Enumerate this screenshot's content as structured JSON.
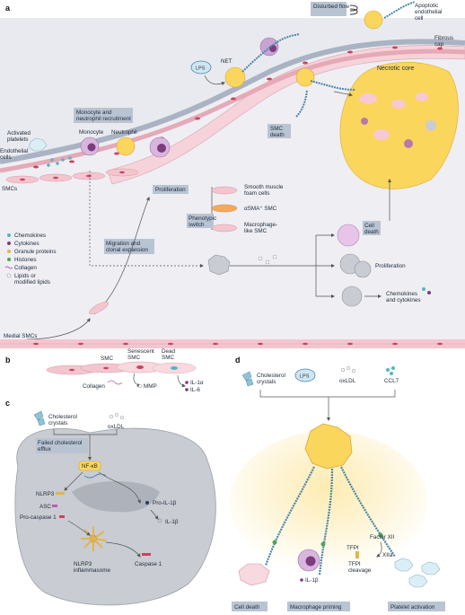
{
  "panels": {
    "a": {
      "letter": "a",
      "disturbed_flow": "Disturbed flow",
      "apoptotic_endothelial_cell": [
        "Apoptotic",
        "endothelial",
        "cell"
      ],
      "fibrous_cap": [
        "Fibrous",
        "cap"
      ],
      "necrotic_core": "Necrotic core",
      "net": "NET",
      "lps": "LPS",
      "smc_death": [
        "SMC",
        "death"
      ],
      "recruitment_box": [
        "Monocyte and",
        "neutrophil recruitment"
      ],
      "monocyte": "Monocyte",
      "neutrophil": "Neutrophil",
      "activated_platelets": [
        "Activated",
        "platelets"
      ],
      "endothelial_cells": [
        "Endothelial",
        "cells"
      ],
      "smcs": "SMCs",
      "proliferation_box": "Proliferation",
      "foam_cells": [
        "Smooth muscle",
        "foam cells"
      ],
      "asma_smc": "αSMA⁺ SMC",
      "macrophage_like_smc": [
        "Macrophage-",
        "like SMC"
      ],
      "phenotypic_switch_box": [
        "Phenotypic",
        "switch"
      ],
      "migration_box": [
        "Migration and",
        "clonal expansion"
      ],
      "cell_death_box": [
        "Cell",
        "death"
      ],
      "proliferation_label": "Proliferation",
      "chemokines_cytokines": [
        "Chemokines",
        "and cytokines"
      ],
      "medial_smcs": "Medial SMCs",
      "legend": [
        {
          "label": "Chemokines",
          "color": "#53b7c2"
        },
        {
          "label": "Cytokines",
          "color": "#7c3c7d"
        },
        {
          "label": "Granule proteins",
          "color": "#e3b54a"
        },
        {
          "label": "Histones",
          "color": "#4aa655"
        },
        {
          "label": "Collagen",
          "color": "#b85fb0"
        },
        {
          "label": "Lipids or",
          "label2": "modified lipids",
          "color": "#ffffff"
        }
      ]
    },
    "b": {
      "letter": "b",
      "smc": "SMC",
      "senescent_smc": [
        "Senescent",
        "SMC"
      ],
      "dead_smc": [
        "Dead",
        "SMC"
      ],
      "collagen": "Collagen",
      "mmp": "MMP",
      "il1a": "IL-1α",
      "il6": "IL-6"
    },
    "c": {
      "letter": "c",
      "cholesterol_crystals": [
        "Cholesterol",
        "crystals"
      ],
      "oxldl": "oxLDL",
      "failed_efflux_box": [
        "Failed cholesterol",
        "efflux"
      ],
      "nfkb": "NF-κB",
      "nlrp3": "NLRP3",
      "asc": "ASC",
      "pro_caspase": "Pro-caspase 1",
      "pro_il1b": "Pro-IL-1β",
      "il1b": "IL-1β",
      "caspase": "Caspase 1",
      "inflammasome": [
        "NLRP3",
        "inflammasome"
      ]
    },
    "d": {
      "letter": "d",
      "cholesterol_crystals": [
        "Cholesterol",
        "crystals"
      ],
      "lps": "LPS",
      "oxldl": "oxLDL",
      "ccl7": "CCL7",
      "factor_xii": "Factor XII",
      "xiia": "XIIa",
      "tfpi": "TFPI",
      "tfpi_cleavage": [
        "TFPI",
        "cleavage"
      ],
      "il1b": "IL-1β",
      "cell_death_box": "Cell death",
      "macrophage_priming_box": "Macrophage priming",
      "platelet_activation_box": "Platelet activation"
    }
  },
  "colors": {
    "box_fill": "#b9c4d3",
    "lumen": "#e8eaef",
    "smc_pink": "#f3c6cf",
    "smc_nucleus": "#d0405e",
    "macrophage_gray": "#c9ccd2",
    "necrotic_yellow": "#fbd65c",
    "accent_teal": "#53b7c2"
  }
}
